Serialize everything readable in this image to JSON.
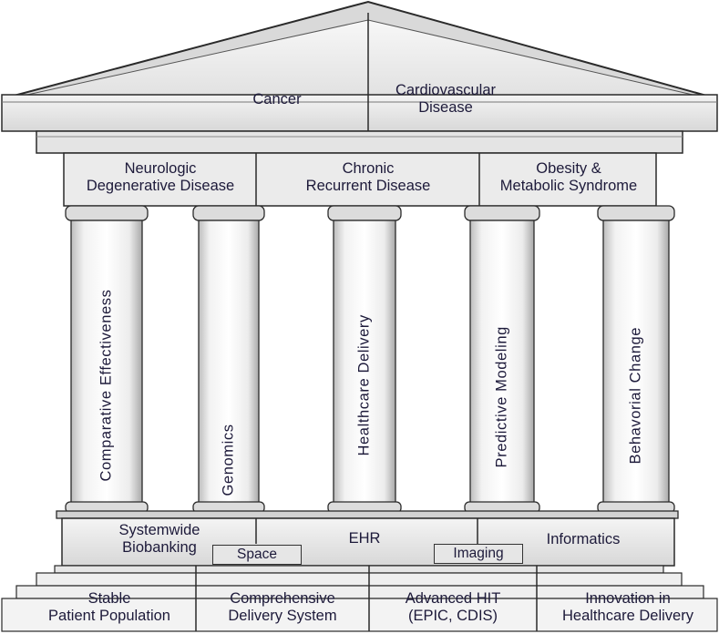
{
  "pediment": {
    "left": "Cancer",
    "right_line1": "Cardiovascular",
    "right_line2": "Disease"
  },
  "frieze": [
    {
      "line1": "Neurologic",
      "line2": "Degenerative Disease"
    },
    {
      "line1": "Chronic",
      "line2": "Recurrent Disease"
    },
    {
      "line1": "Obesity &",
      "line2": "Metabolic Syndrome"
    }
  ],
  "pillars": [
    "Comparative Effectiveness",
    "Genomics",
    "Healthcare Delivery",
    "Predictive Modeling",
    "Behavorial Change"
  ],
  "plinth": {
    "left_line1": "Systemwide",
    "left_line2": "Biobanking",
    "center": "EHR",
    "right": "Informatics",
    "tag_space": "Space",
    "tag_imaging": "Imaging"
  },
  "foundation": [
    {
      "line1": "Stable",
      "line2": "Patient Population"
    },
    {
      "line1": "Comprehensive",
      "line2": "Delivery System"
    },
    {
      "line1": "Advanced HIT",
      "line2": "(EPIC, CDIS)"
    },
    {
      "line1": "Innovation in",
      "line2": "Healthcare Delivery"
    }
  ],
  "colors": {
    "text": "#1d1a3a",
    "stone": "#ececec",
    "outline": "#2a2a2a"
  }
}
